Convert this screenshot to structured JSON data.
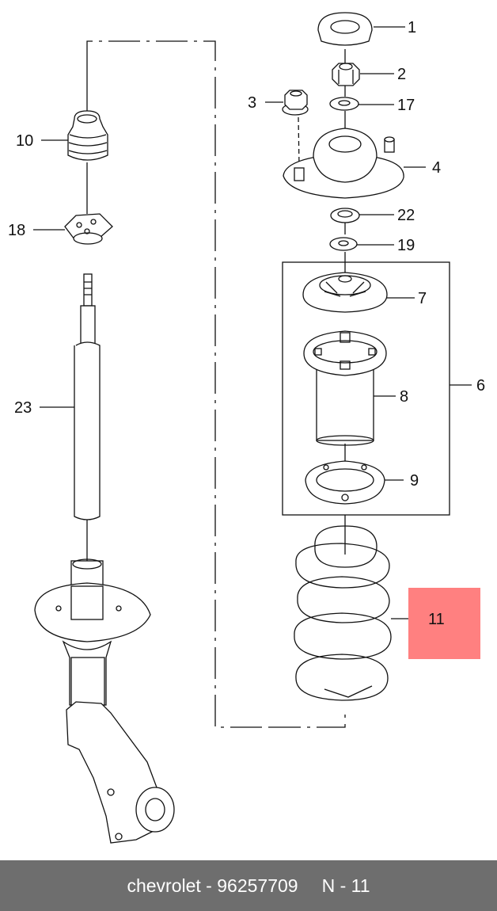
{
  "callouts": {
    "c1": "1",
    "c2": "2",
    "c3": "3",
    "c4": "4",
    "c6": "6",
    "c7": "7",
    "c8": "8",
    "c9": "9",
    "c10": "10",
    "c11": "11",
    "c17": "17",
    "c18": "18",
    "c19": "19",
    "c22": "22",
    "c23": "23"
  },
  "highlight_color": "#ff8080",
  "footer": {
    "brand_part": "chevrolet - 96257709",
    "code": "N - 11"
  }
}
